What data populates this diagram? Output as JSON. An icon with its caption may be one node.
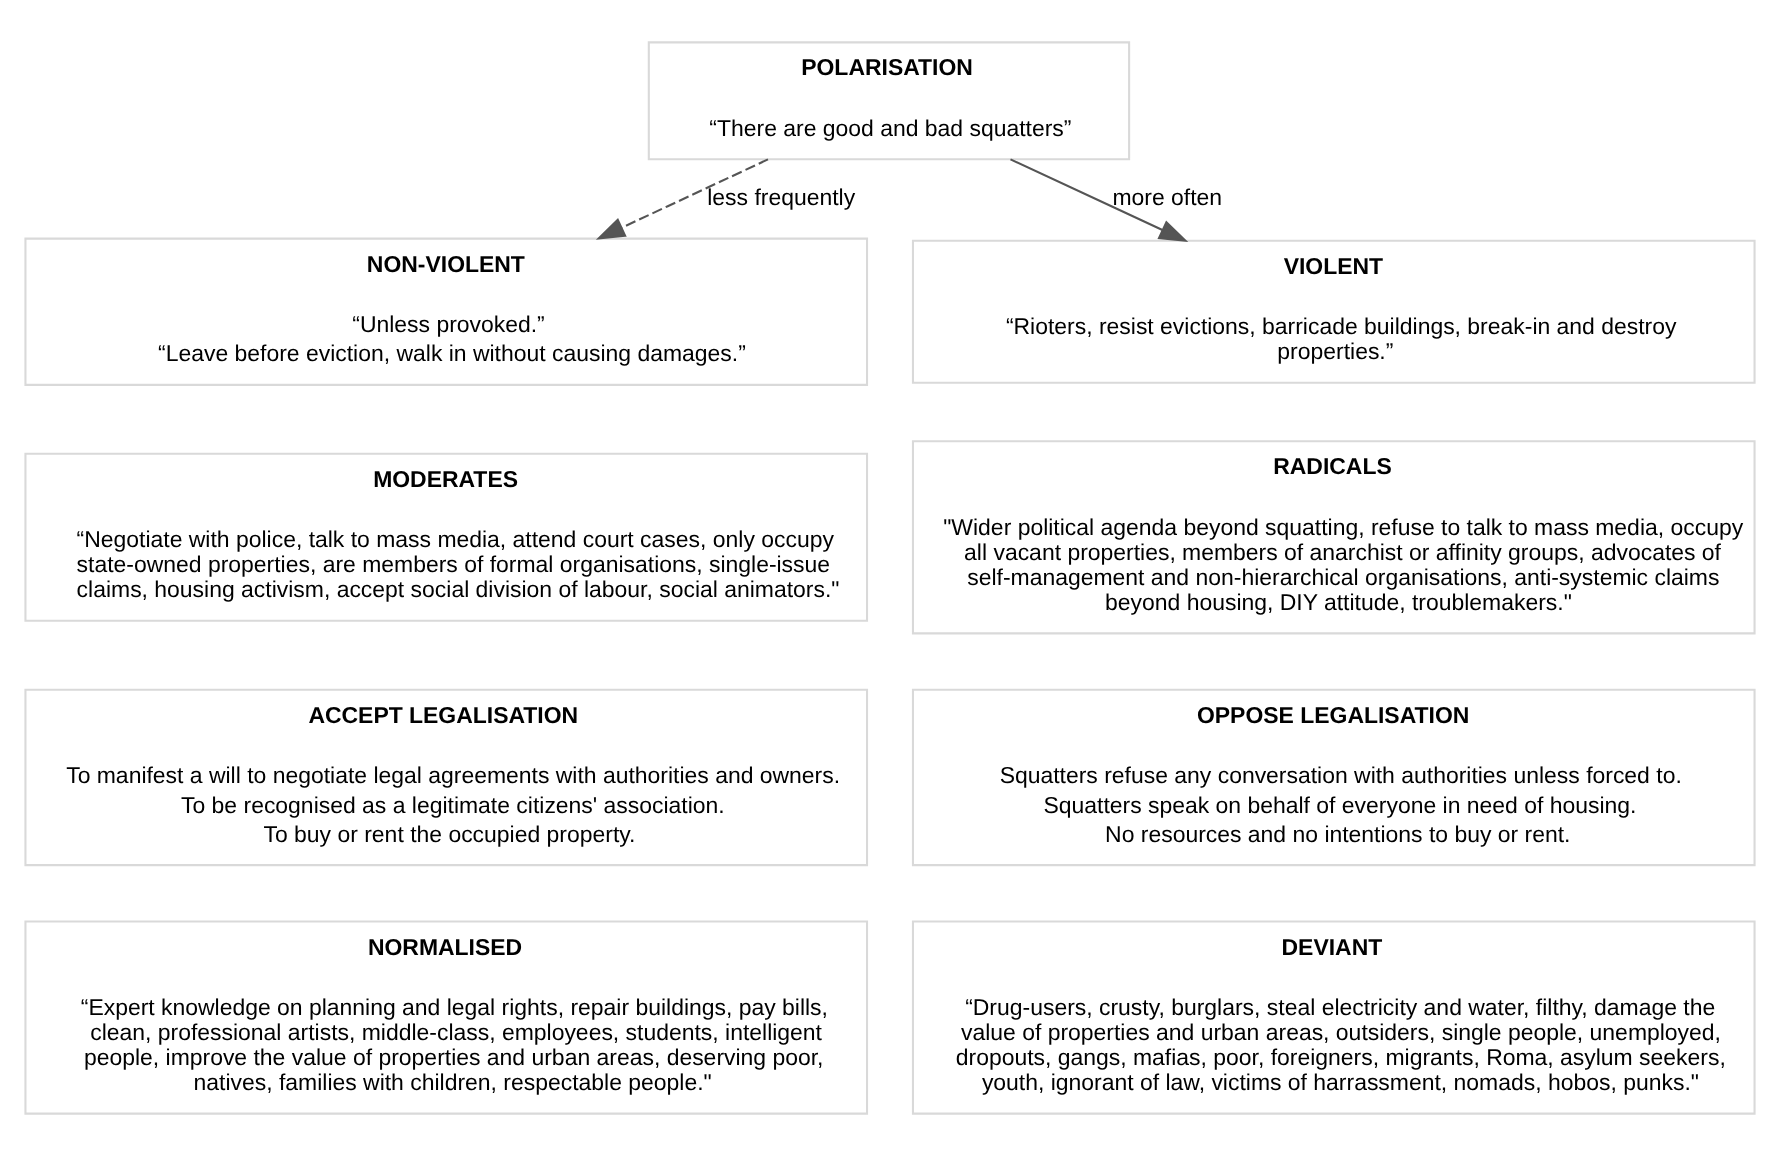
{
  "diagram": {
    "nodes": [
      {
        "text": [
          "POLARISATION",
          "“There are good and bad squatters”"
        ]
      },
      {
        "text": [
          "NON-VIOLENT",
          "“Unless provoked.”",
          "“Leave before eviction, walk in without causing damages.”"
        ]
      },
      {
        "text": [
          "VIOLENT",
          "“Rioters, resist evictions, barricade buildings, break-in and destroy properties.”"
        ]
      },
      {
        "text": [
          "MODERATES",
          "“Negotiate with police, talk to mass media, attend court cases, only occupy state-owned properties, are members of formal organisations, single-issue claims, housing activism, accept social division of labour, social animators.\""
        ]
      },
      {
        "text": [
          "RADICALS",
          "\"Wider political agenda beyond squatting, refuse to talk to mass media, occupy all vacant properties, members of anarchist or affinity groups, advocates of self-management and non-hierarchical organisations, anti-systemic claims beyond housing, DIY attitude, troublemakers.\""
        ]
      },
      {
        "text": [
          "ACCEPT LEGALISATION",
          "To manifest a will to negotiate legal agreements with authorities and owners.",
          "To be recognised as a legitimate citizens' association.",
          "To buy or rent the occupied property."
        ]
      },
      {
        "text": [
          "OPPOSE LEGALISATION",
          "Squatters refuse any conversation with authorities unless forced to.",
          "Squatters speak on behalf of everyone in need of housing.",
          "No resources and no intentions to buy or rent."
        ]
      },
      {
        "text": [
          "NORMALISED",
          "“Expert knowledge on planning and legal rights, repair buildings, pay bills, clean, professional artists, middle-class, employees, students, intelligent people, improve the value of properties and urban areas, deserving poor, natives, families with children, respectable people.\""
        ]
      },
      {
        "text": [
          "DEVIANT",
          "“Drug-users, crusty, burglars, steal electricity and water, filthy, damage the value of properties and urban areas, outsiders, single people, unemployed, dropouts, gangs, mafias, poor, foreigners, migrants, Roma, asylum seekers, youth, ignorant of law, victims of harrassment, nomads, hobos, punks.\""
        ]
      }
    ],
    "edges": [
      {
        "from": 0,
        "to": 1,
        "arrow": "to",
        "label": "less frequently",
        "style": "dashed"
      },
      {
        "from": 0,
        "to": 2,
        "arrow": "to",
        "label": "more often"
      }
    ]
  }
}
